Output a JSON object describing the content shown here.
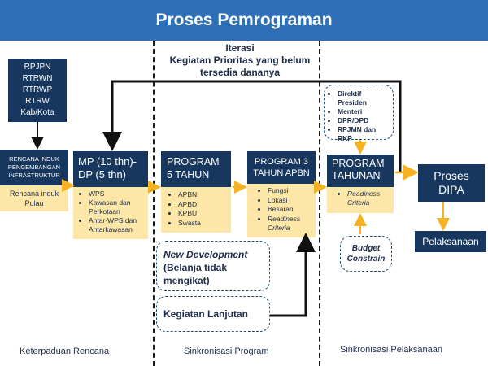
{
  "title": "Proses Pemrograman",
  "top_note": [
    "Iterasi",
    "Kegiatan Prioritas yang belum",
    "tersedia dananya"
  ],
  "rpjpn_box": [
    "RPJPN",
    "RTRWN",
    "RTRWP",
    "RTRW",
    "Kab/Kota"
  ],
  "rencana_induk": {
    "header": [
      "RENCANA INDUK",
      "PENGEMBANGAN",
      "INFRASTRUKTUR"
    ],
    "body": [
      "Rencana induk",
      "Pulau"
    ]
  },
  "mp_box": {
    "header": [
      "MP (10 thn)-",
      "DP (5 thn)"
    ],
    "items": [
      "WPS",
      "Kawasan dan Perkotaan",
      "Antar-WPS dan Antarkawasan"
    ]
  },
  "program5": {
    "header": [
      "PROGRAM",
      "5 TAHUN"
    ],
    "items": [
      "APBN",
      "APBD",
      "KPBU",
      "Swasta"
    ]
  },
  "program3": {
    "header": [
      "PROGRAM 3",
      "TAHUN APBN"
    ],
    "items": [
      "Fungsi",
      "Lokasi",
      "Besaran",
      "Readiness Criteria"
    ]
  },
  "program_tahunan": {
    "header": [
      "PROGRAM",
      "TAHUNAN"
    ],
    "items": [
      "Readiness Criteria"
    ]
  },
  "direktif": [
    "Direktif Presiden",
    "Menteri",
    "DPR/DPD",
    "RPJMN dan RKP"
  ],
  "proses_dipa": [
    "Proses",
    "DIPA"
  ],
  "pelaksanaan": "Pelaksanaan",
  "new_dev": [
    "New Development",
    "(Belanja tidak",
    "mengikat)"
  ],
  "kegiatan_lanjutan": "Kegiatan Lanjutan",
  "budget": [
    "Budget",
    "Constrain"
  ],
  "footer": {
    "left": "Keterpaduan Rencana",
    "middle": "Sinkronisasi Program",
    "right": "Sinkronisasi Pelaksanaan"
  },
  "colors": {
    "title_bar": "#2f6fb7",
    "navy": "#17375e",
    "cream": "#fde7a8",
    "arrow_yellow": "#f5b323"
  }
}
